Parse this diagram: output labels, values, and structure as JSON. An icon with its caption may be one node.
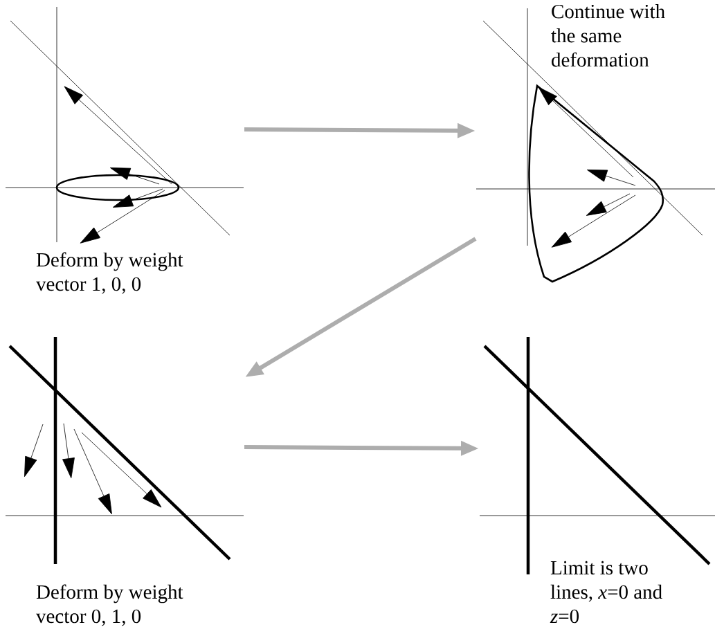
{
  "diagram": {
    "nodes": [
      {
        "text": [
          "Deform by weight vector 1, 0, 0"
        ]
      },
      {
        "text": [
          "Continue with the same deformation"
        ]
      },
      {
        "text": [
          "Deform by weight vector 0, 1, 0"
        ]
      },
      {
        "text": [
          "Limit is two lines, *x*=0 and *z*=0"
        ]
      }
    ],
    "edges": [
      {
        "from": 0,
        "to": 1,
        "arrow": "to"
      },
      {
        "from": 1,
        "to": 2,
        "arrow": "to"
      },
      {
        "from": 2,
        "to": 3,
        "arrow": "to"
      }
    ]
  }
}
